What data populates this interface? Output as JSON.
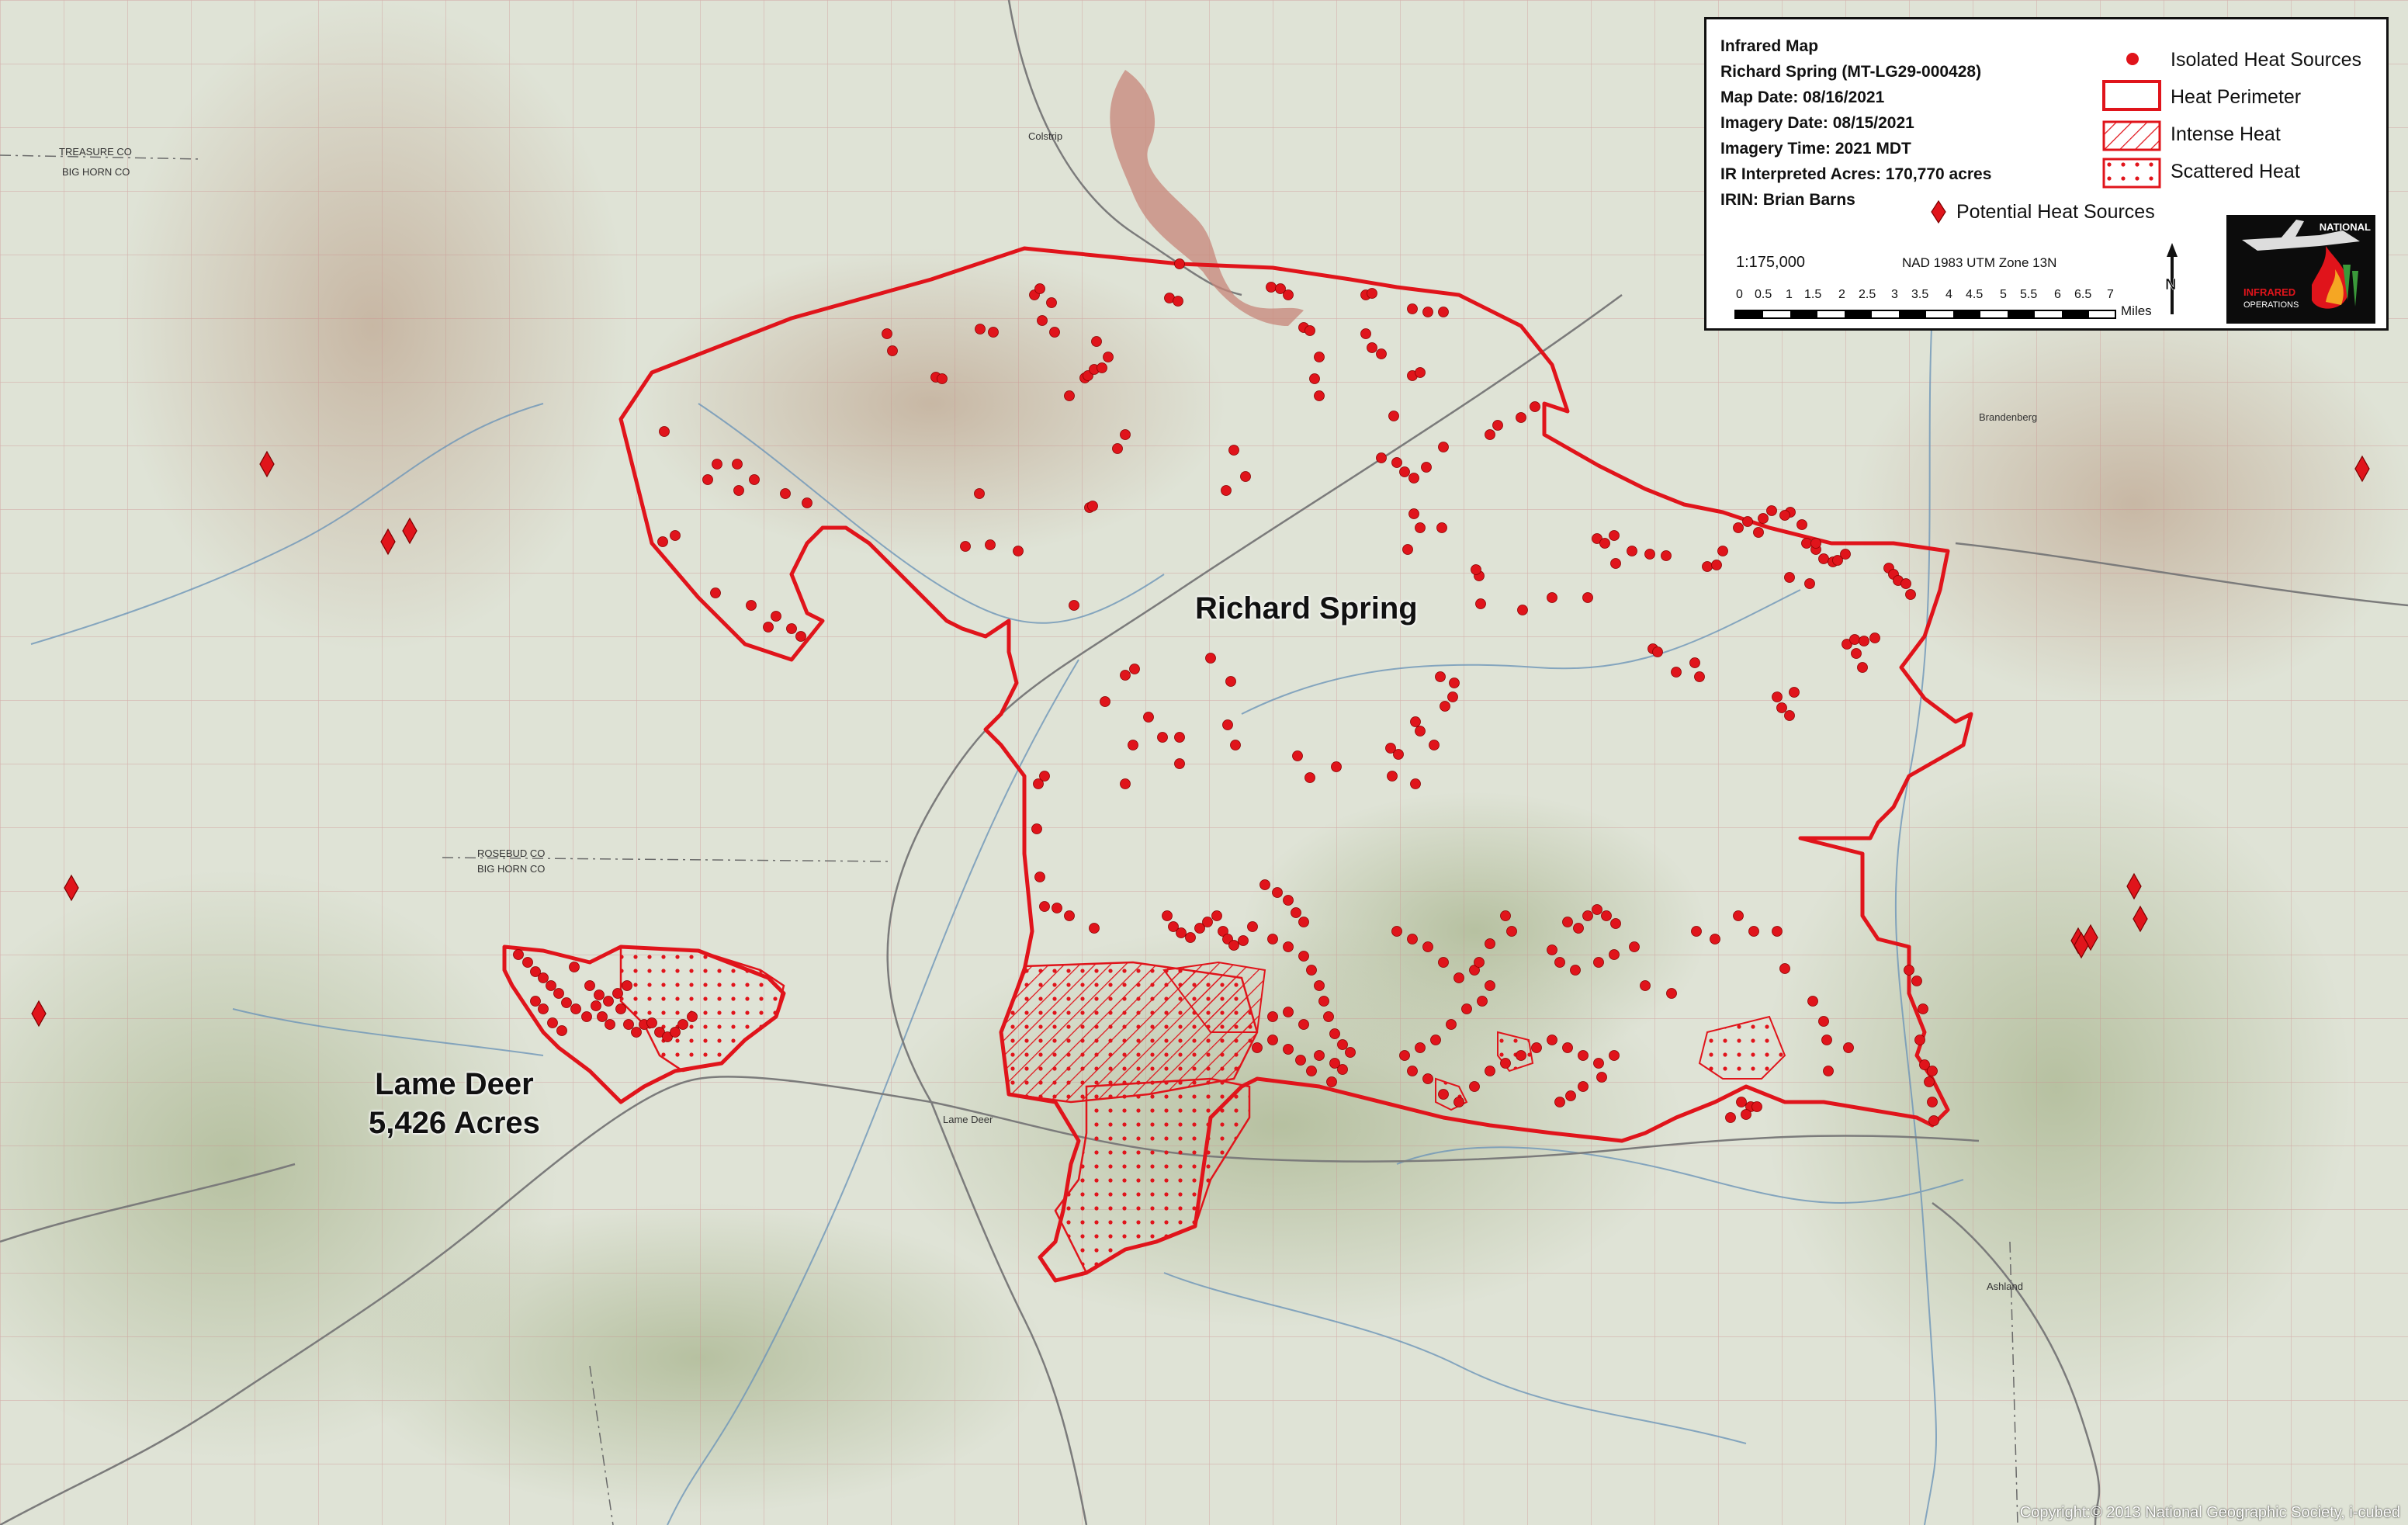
{
  "legend": {
    "title": "Infrared Map",
    "fire_name": "Richard Spring (MT-LG29-000428)",
    "map_date": "Map Date:  08/16/2021",
    "imagery_date": "Imagery Date:  08/15/2021",
    "imagery_time": "Imagery Time: 2021 MDT",
    "acres": "IR Interpreted Acres: 170,770  acres",
    "irin": "IRIN: Brian Barns",
    "isolated": "Isolated Heat Sources",
    "perimeter": "Heat Perimeter",
    "intense": "Intense Heat",
    "scattered": "Scattered Heat",
    "potential": "Potential Heat Sources",
    "scale": "1:175,000",
    "datum": "NAD 1983 UTM Zone 13N",
    "scale_ticks": [
      "0",
      "0.5",
      "1",
      "1.5",
      "2",
      "2.5",
      "3",
      "3.5",
      "4",
      "4.5",
      "5",
      "5.5",
      "6",
      "6.5",
      "7"
    ],
    "scale_unit": "Miles",
    "north": "N",
    "logo_top": "NATIONAL",
    "logo_mid": "INFRARED",
    "logo_bottom": "OPERATIONS"
  },
  "labels": {
    "richard": "Richard Spring",
    "lame_deer_line1": "Lame Deer",
    "lame_deer_line2": "5,426 Acres",
    "copyright": "Copyright:© 2013 National Geographic Society, i-cubed",
    "county_tl1": "TREASURE  CO",
    "county_tl2": "BIG HORN  CO",
    "county_mid1": "ROSEBUD  CO",
    "county_mid2": "BIG HORN  CO",
    "town_colstrip": "Colstrip",
    "town_lamedeer": "Lame Deer",
    "town_ashland": "Ashland",
    "town_brandenberg": "Brandenberg"
  },
  "colors": {
    "heat": "#e0141b",
    "perimeter": "#e0141b",
    "map_bg": "#dfe3d6",
    "grid": "#c98a8a"
  },
  "icons": {
    "isolated": "red-dot-icon",
    "potential": "red-diamond-icon",
    "north": "north-arrow-icon",
    "logo": "nio-logo-icon"
  },
  "heat_source_counts": {
    "isolated": 297,
    "potential": 11
  }
}
